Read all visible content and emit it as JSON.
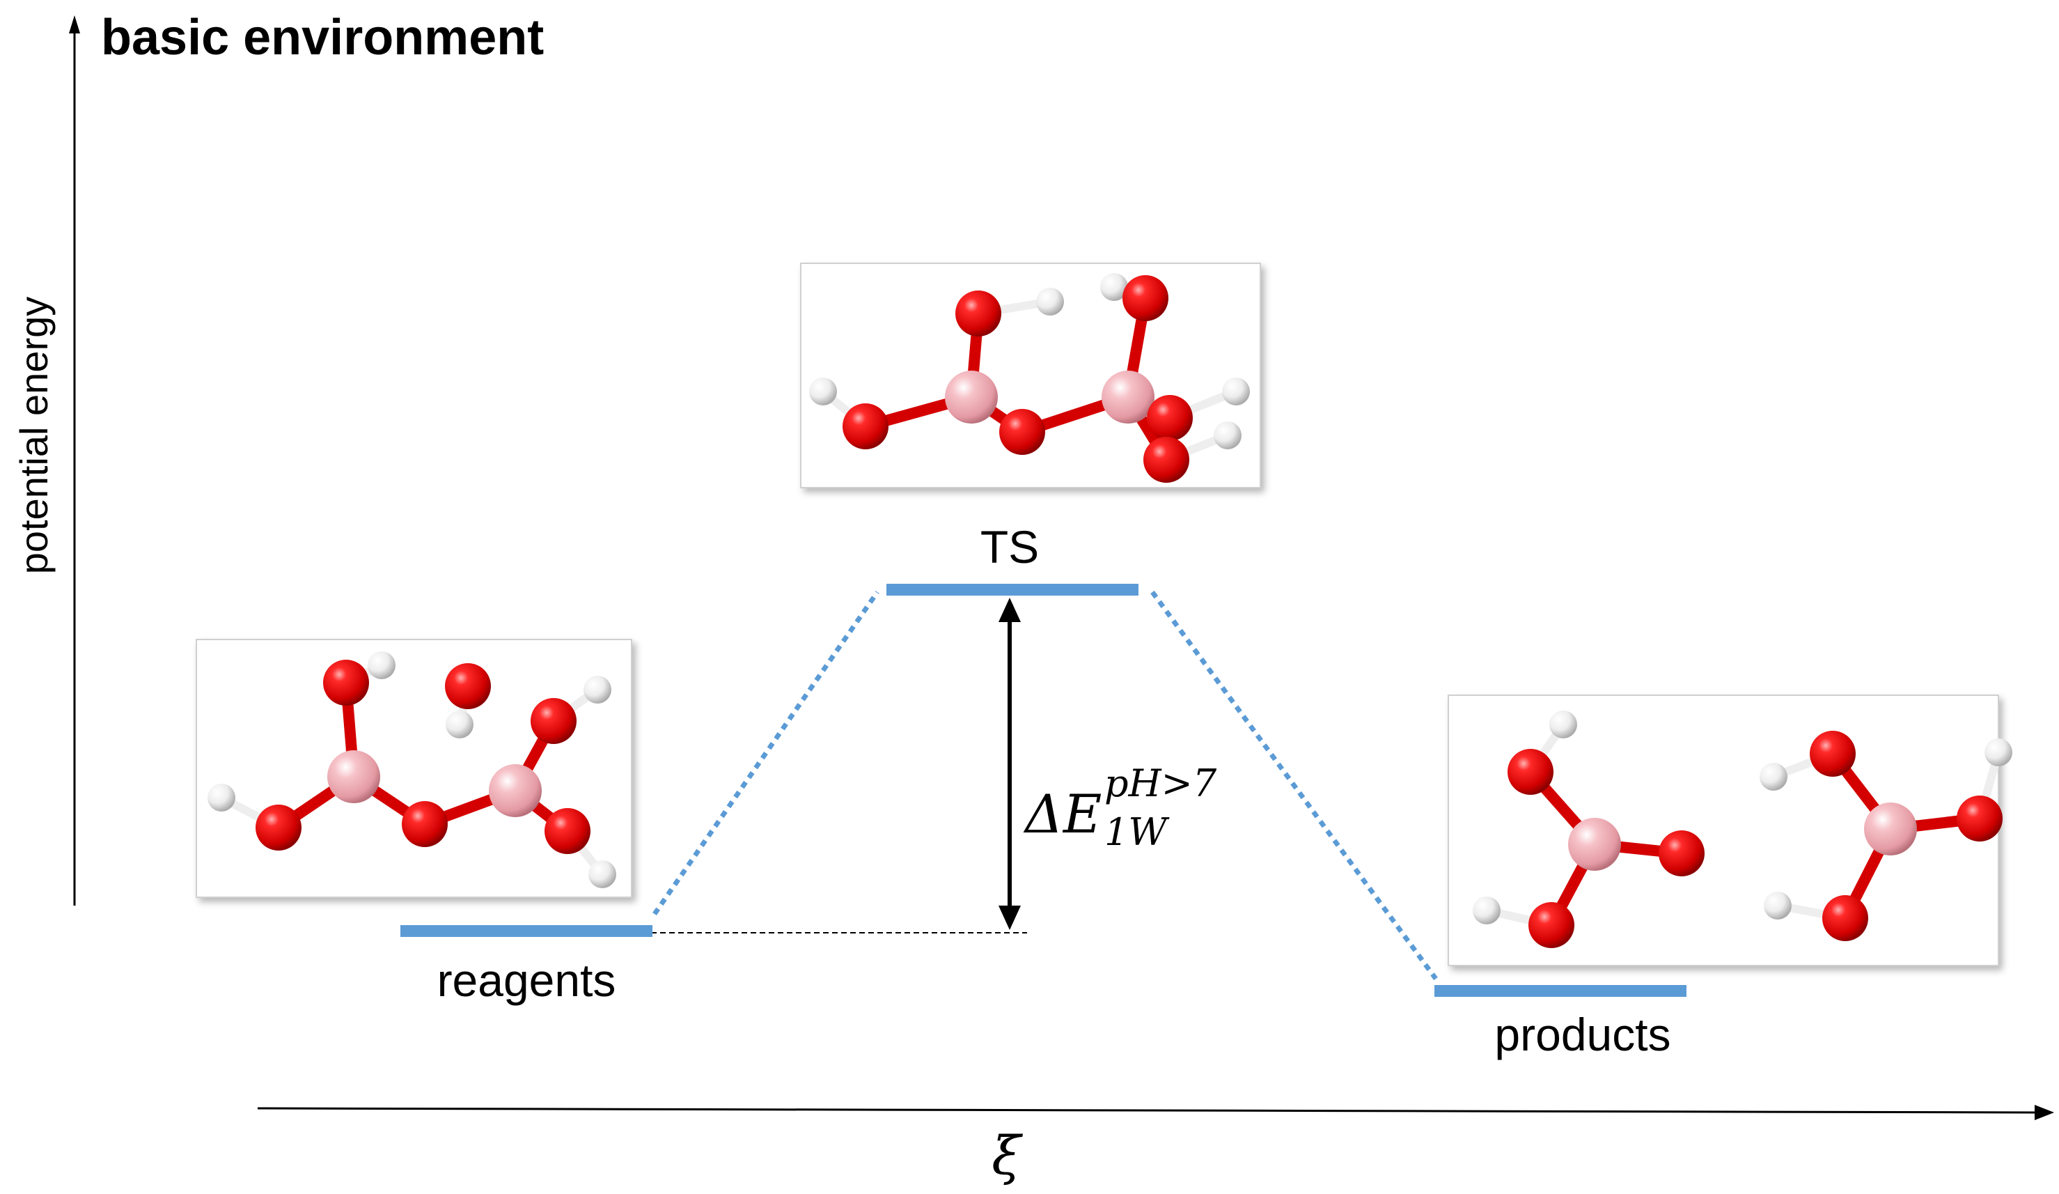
{
  "diagram": {
    "title": "basic environment",
    "y_axis_label": "potential energy",
    "x_axis_label": "ξ",
    "states": {
      "reagents": "reagents",
      "ts": "TS",
      "products": "products"
    },
    "energy_label": {
      "delta": "ΔE",
      "superscript": "pH>7",
      "subscript": "1W"
    },
    "colors": {
      "level": "#5b9bd5",
      "oxygen": "#e8000b",
      "boron": "#f0a8b0",
      "hydrogen": "#f2f2f2",
      "bond_oxygen": "#d40000",
      "bond_boron": "#e9a4ac"
    }
  }
}
